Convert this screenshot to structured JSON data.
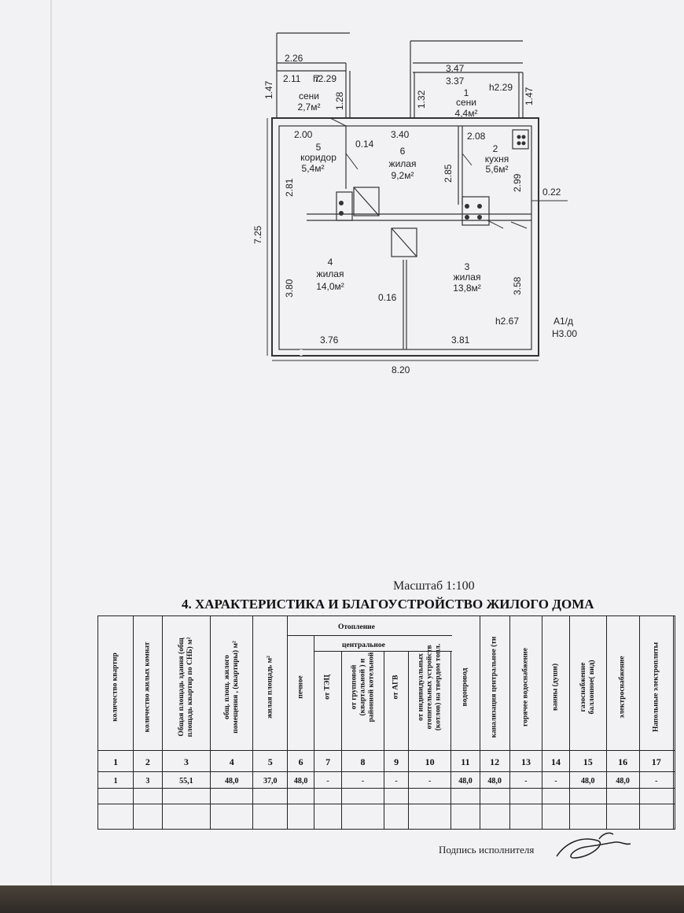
{
  "plan": {
    "rooms": [
      {
        "num": "7",
        "name": "сени",
        "area": "2,7м²"
      },
      {
        "num": "1",
        "name": "сени",
        "area": "4,4м²"
      },
      {
        "num": "5",
        "name": "коридор",
        "area": "5,4м²"
      },
      {
        "num": "6",
        "name": "жилая",
        "area": "9,2м²"
      },
      {
        "num": "2",
        "name": "кухня",
        "area": "5,6м²"
      },
      {
        "num": "4",
        "name": "жилая",
        "area": "14,0м²"
      },
      {
        "num": "3",
        "name": "жилая",
        "area": "13,8м²"
      }
    ],
    "dims": {
      "d226": "2.26",
      "d211": "2.11",
      "h229a": "h2.29",
      "d128": "1.28",
      "d147a": "1.47",
      "d347": "3.47",
      "d337": "3.37",
      "h229b": "h2.29",
      "d132": "1.32",
      "d147b": "1.47",
      "d200": "2.00",
      "d014": "0.14",
      "d340": "3.40",
      "d208": "2.08",
      "d285": "2.85",
      "d281": "2.81",
      "d299": "2.99",
      "d022": "0.22",
      "d725": "7.25",
      "d380": "3.80",
      "d016": "0.16",
      "d358": "3.58",
      "h267": "h2.67",
      "d376": "3.76",
      "d381": "3.81",
      "d820": "8.20"
    },
    "label_a1d": "А1/д",
    "label_h300": "Н3.00"
  },
  "scale": "Масштаб 1:100",
  "heading": "4. ХАРАКТЕРИСТИКА И БЛАГОУСТРОЙСТВО ЖИЛОГО ДОМА",
  "table": {
    "group_heating": "Отопление",
    "group_central": "центральное",
    "columns": [
      "количество квартир",
      "количество жилых комнат",
      "Общая площадь здания (общ\nплощадь квартир по СНБ) м²",
      "общ. площ. жилого\nпомещения , (квартиры) м²",
      "жилая площадь м²",
      "печное",
      "от ТЭЦ",
      "от групповой\n(квартальной ) и\nрайонной котельной",
      "от АГВ",
      "от индивидуальных\nотопительных устройств\n(котлов) на твердом топл.",
      "водопровод",
      "канализация центральное (ти",
      "горячее водоснабжение",
      "ванны (души)",
      "газоснабжение\nбаллонное( вид)",
      "электроснабжение",
      "Напольные электроплиты"
    ],
    "numbers": [
      "1",
      "2",
      "3",
      "4",
      "5",
      "6",
      "7",
      "8",
      "9",
      "10",
      "11",
      "12",
      "13",
      "14",
      "15",
      "16",
      "17"
    ],
    "values": [
      "1",
      "3",
      "55,1",
      "48,0",
      "37,0",
      "48,0",
      "-",
      "-",
      "-",
      "-",
      "48,0",
      "48,0",
      "-",
      "-",
      "48,0",
      "48,0",
      "-"
    ]
  },
  "signature_label": "Подпись исполнителя"
}
